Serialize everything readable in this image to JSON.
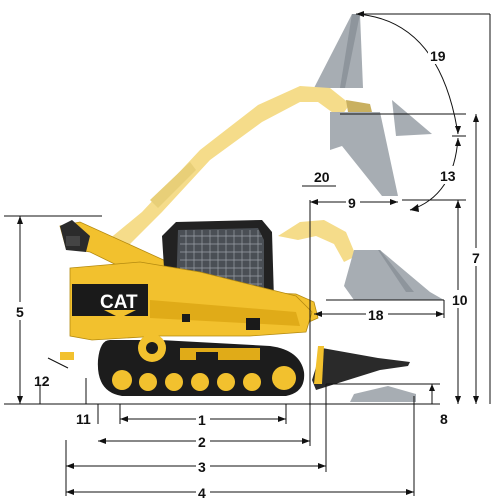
{
  "logo": {
    "text": "CAT"
  },
  "dimensions": {
    "d1": "1",
    "d2": "2",
    "d3": "3",
    "d4": "4",
    "d5": "5",
    "d7": "7",
    "d8": "8",
    "d9": "9",
    "d10": "10",
    "d11": "11",
    "d12": "12",
    "d13": "13",
    "d18": "18",
    "d19": "19",
    "d20": "20"
  },
  "colors": {
    "body": "#f2c12e",
    "arm_ghost": "#f5dc8a",
    "bucket_ghost": "#a7adb3",
    "track": "#1c1c1c",
    "cab": "#222222"
  }
}
